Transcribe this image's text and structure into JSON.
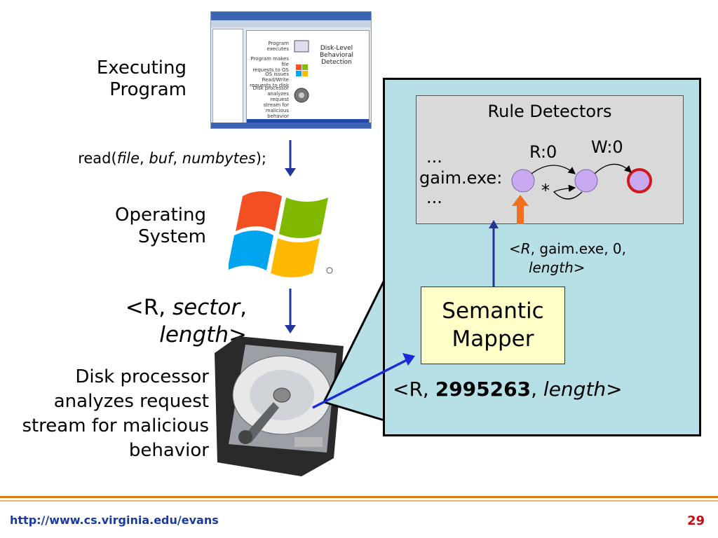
{
  "left": {
    "executing_program": [
      "Executing",
      "Program"
    ],
    "read_call": {
      "prefix": "read(",
      "file": "file",
      "sep1": ", ",
      "buf": "buf",
      "sep2": ", ",
      "numbytes": "numbytes",
      "suffix": ");"
    },
    "operating_system": [
      "Operating",
      "System"
    ],
    "request": {
      "prefix": "<R, ",
      "sector": "sector",
      "comma": ",",
      "length": "length",
      "suffix": ">"
    },
    "disk_processor": [
      "Disk processor",
      "analyzes request",
      "stream for malicious",
      "behavior"
    ]
  },
  "thumbnail": {
    "title": [
      "Disk-Level",
      "Behavioral",
      "Detection"
    ],
    "steps": [
      "Program",
      "executes",
      "Program makes file",
      "requests to OS",
      "OS issues Read/Write",
      "requests to disk",
      "Disk processor",
      "analyzes request",
      "stream for malicious",
      "behavior"
    ]
  },
  "panel": {
    "rule_detectors": "Rule Detectors",
    "dots_top": "...",
    "gaim": "gaim.exe:",
    "dots_bottom": "...",
    "r0": "R:0",
    "w0": "W:0",
    "star": "*",
    "tuple": {
      "prefix": "<",
      "r": "R",
      "middle": ", gaim.exe, 0,",
      "length": "length",
      "suffix": ">"
    },
    "mapper": [
      "Semantic",
      "Mapper"
    ],
    "sector_tuple": {
      "prefix": "<R, ",
      "sector": "2995263",
      "comma": ", ",
      "length": "length",
      "suffix": ">"
    }
  },
  "footer": {
    "url": "http://www.cs.virginia.edu/evans",
    "page": "29"
  },
  "colors": {
    "panel": "#b6dfe6",
    "rules_box": "#d9d9d9",
    "mapper_box": "#ffffc7",
    "state_fill": "#c8a8f0",
    "final_ring": "#d01818",
    "arrow_blue": "#24349a",
    "arrow_orange": "#f07020",
    "footer_url": "#1a3aa0",
    "footer_page": "#c01010"
  }
}
